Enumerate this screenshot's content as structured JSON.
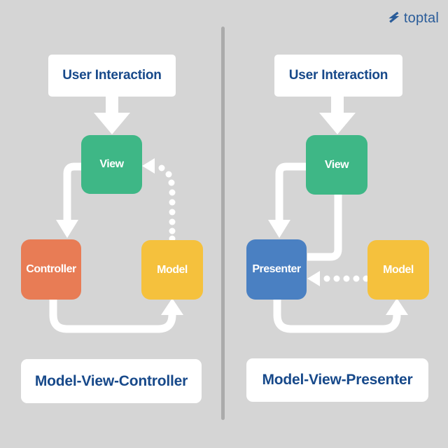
{
  "background": {
    "page": "#d5d5d5",
    "divider": "#ababab",
    "card": "#ffffff",
    "arrow": "#ffffff"
  },
  "text_color": "#17498a",
  "logo": {
    "label": "toptal",
    "color": "#2a5c99",
    "icon": "toptal-chevron-mark"
  },
  "panels": {
    "mvc": {
      "user_interaction": "User Interaction",
      "view": {
        "label": "View",
        "color": "#3eb786"
      },
      "controller": {
        "label": "Controller",
        "color": "#e87c55"
      },
      "model": {
        "label": "Model",
        "color": "#f5c13d"
      },
      "title": "Model-View-Controller",
      "edges": [
        {
          "from": "User Interaction",
          "to": "View",
          "style": "solid-arrow"
        },
        {
          "from": "View",
          "to": "Controller",
          "style": "solid-arrow"
        },
        {
          "from": "Controller",
          "to": "Model",
          "style": "solid-arrow"
        },
        {
          "from": "Model",
          "to": "View",
          "style": "dotted-arrow"
        }
      ]
    },
    "mvp": {
      "user_interaction": "User Interaction",
      "view": {
        "label": "View",
        "color": "#3eb786"
      },
      "presenter": {
        "label": "Presenter",
        "color": "#4a80c2"
      },
      "model": {
        "label": "Model",
        "color": "#f5c13d"
      },
      "title": "Model-View-Presenter",
      "edges": [
        {
          "from": "User Interaction",
          "to": "View",
          "style": "solid-arrow"
        },
        {
          "from": "View",
          "to": "Presenter",
          "style": "solid-arrow"
        },
        {
          "from": "View",
          "to": "Presenter",
          "style": "solid-line"
        },
        {
          "from": "Presenter",
          "to": "Model",
          "style": "solid-arrow"
        },
        {
          "from": "Model",
          "to": "Presenter",
          "style": "dotted-arrow"
        }
      ]
    }
  }
}
